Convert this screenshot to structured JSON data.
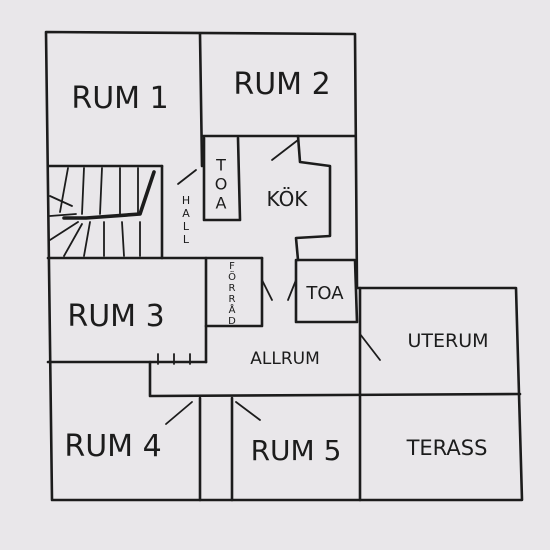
{
  "rooms": {
    "rum1": "RUM 1",
    "rum2": "RUM 2",
    "toa1": "TOA",
    "kok": "KÖK",
    "hall": "HALL",
    "forrad": "FÖRRÅD",
    "toa2": "TOA",
    "rum3": "RUM 3",
    "uterum": "UTERUM",
    "allrum": "ALLRUM",
    "rum4": "RUM 4",
    "rum5": "RUM 5",
    "terass": "TERASS"
  },
  "colors": {
    "paper": "#e9e7ea",
    "ink": "#1c1c1c"
  }
}
